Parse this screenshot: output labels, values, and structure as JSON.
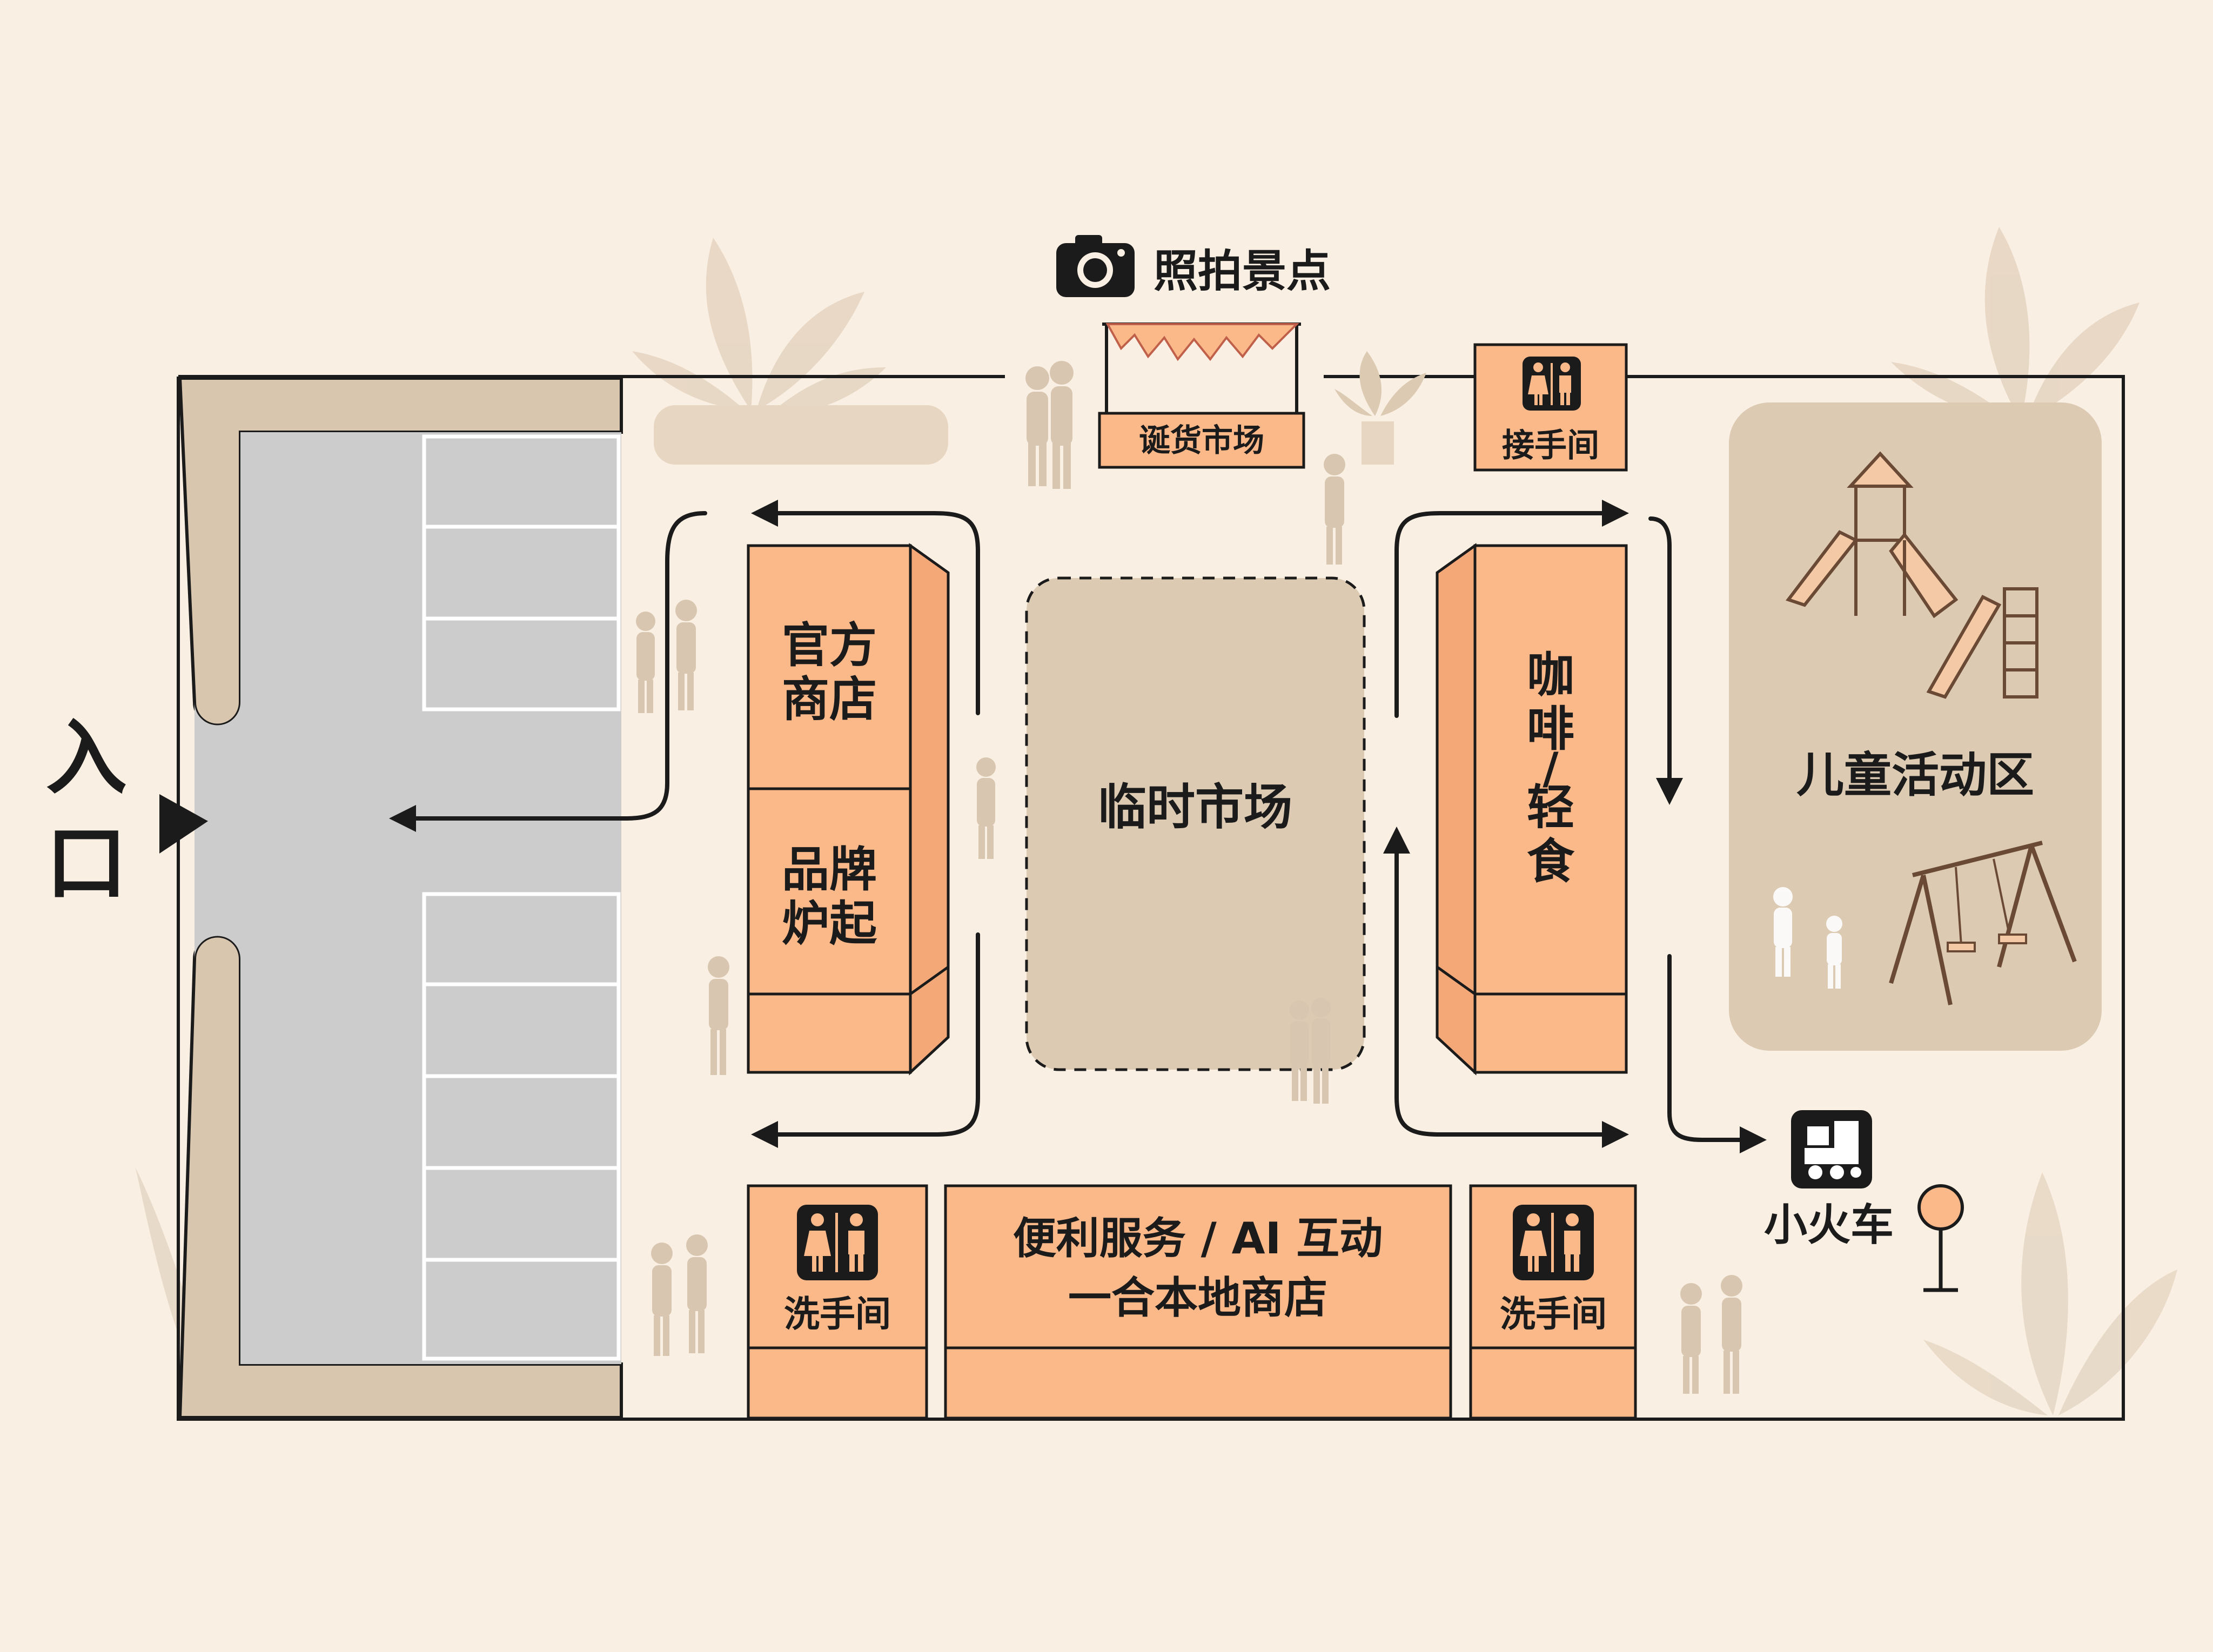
{
  "entrance": {
    "chars": [
      "入",
      "口"
    ]
  },
  "photo_spot": {
    "label": "照拍景点",
    "icon": "camera-icon"
  },
  "xmas_market": {
    "label": "诞货市场"
  },
  "top_restroom": {
    "label": "接手间",
    "icon": "restroom-icon"
  },
  "official_store": {
    "lines": [
      "官方",
      "商店"
    ]
  },
  "brand_store": {
    "lines": [
      "品牌",
      "炉起"
    ]
  },
  "temp_market": {
    "label": "临时市场"
  },
  "cafe": {
    "chars": [
      "咖",
      "啡",
      "/",
      "轻",
      "食"
    ]
  },
  "kids_area": {
    "label": "儿童活动区"
  },
  "train": {
    "label": "小火车",
    "icon": "train-icon"
  },
  "restroom_left": {
    "label": "洗手间",
    "icon": "restroom-icon"
  },
  "restroom_right": {
    "label": "洗手间",
    "icon": "restroom-icon"
  },
  "service_block": {
    "lines": [
      "便利服务 / AI 互动",
      "一合本地商店"
    ]
  },
  "colors": {
    "background": "#faefe3",
    "parking_lot": "#cccccc",
    "building": "#fbb98a",
    "building_shade": "#f5a877",
    "temp_market": "#dccab3",
    "kids_area": "#dccab3",
    "wall": "#d8c6ae",
    "text": "#1b1b1b",
    "train_sign": "#fbb98a"
  }
}
